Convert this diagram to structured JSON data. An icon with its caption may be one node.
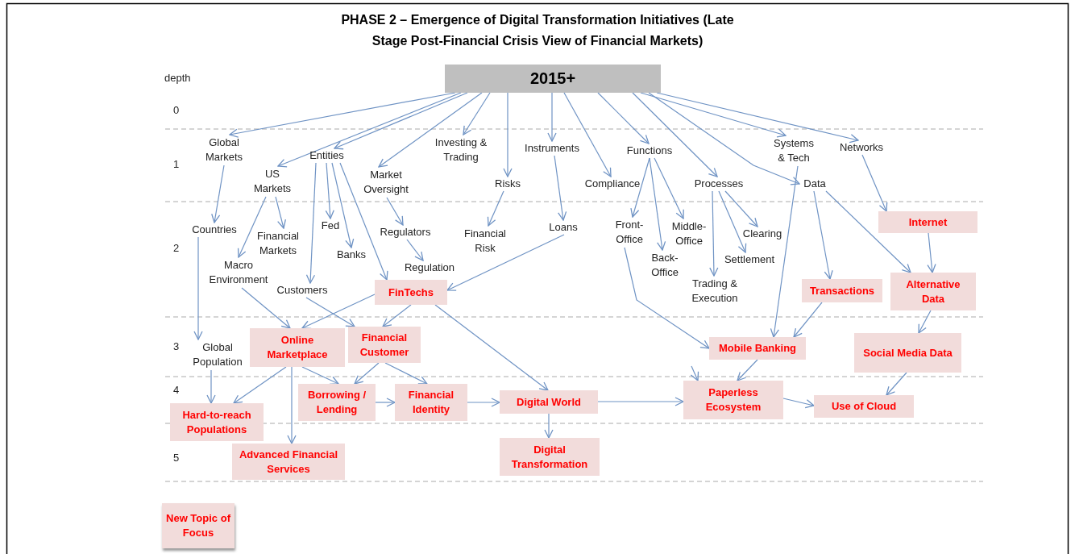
{
  "diagram": {
    "title": "PHASE 2 – Emergence of Digital Transformation Initiatives (Late Stage Post-Financial Crisis View of Financial Markets)",
    "nodes": [
      {
        "text": [
          "2015+"
        ]
      },
      {
        "text": [
          "Global Markets"
        ]
      },
      {
        "text": [
          "Entities"
        ]
      },
      {
        "text": [
          "Investing & Trading"
        ]
      },
      {
        "text": [
          "Instruments"
        ]
      },
      {
        "text": [
          "Functions"
        ]
      },
      {
        "text": [
          "Systems & Tech"
        ]
      },
      {
        "text": [
          "Networks"
        ]
      },
      {
        "text": [
          "US Markets"
        ]
      },
      {
        "text": [
          "Market Oversight"
        ]
      },
      {
        "text": [
          "Risks"
        ]
      },
      {
        "text": [
          "Compliance"
        ]
      },
      {
        "text": [
          "Processes"
        ]
      },
      {
        "text": [
          "Data"
        ]
      },
      {
        "text": [
          "Countries"
        ]
      },
      {
        "text": [
          "Financial Markets"
        ]
      },
      {
        "text": [
          "Fed"
        ]
      },
      {
        "text": [
          "Banks"
        ]
      },
      {
        "text": [
          "Regulators"
        ]
      },
      {
        "text": [
          "Financial Risk"
        ]
      },
      {
        "text": [
          "Loans"
        ]
      },
      {
        "text": [
          "Front-Office"
        ]
      },
      {
        "text": [
          "Middle-Office"
        ]
      },
      {
        "text": [
          "Clearing"
        ]
      },
      {
        "text": [
          "Internet"
        ]
      },
      {
        "text": [
          "Macro Environment"
        ]
      },
      {
        "text": [
          "Back-Office"
        ]
      },
      {
        "text": [
          "Settlement"
        ]
      },
      {
        "text": [
          "Regulation"
        ]
      },
      {
        "text": [
          "Customers"
        ]
      },
      {
        "text": [
          "FinTechs"
        ]
      },
      {
        "text": [
          "Trading & Execution"
        ]
      },
      {
        "text": [
          "Transactions"
        ]
      },
      {
        "text": [
          "Alternative Data"
        ]
      },
      {
        "text": [
          "Global Population"
        ]
      },
      {
        "text": [
          "Online Marketplace"
        ]
      },
      {
        "text": [
          "Financial Customer"
        ]
      },
      {
        "text": [
          "Mobile Banking"
        ]
      },
      {
        "text": [
          "Social Media Data"
        ]
      },
      {
        "text": [
          "Hard-to-reach Populations"
        ]
      },
      {
        "text": [
          "Borrowing / Lending"
        ]
      },
      {
        "text": [
          "Financial Identity"
        ]
      },
      {
        "text": [
          "Digital World"
        ]
      },
      {
        "text": [
          "Paperless Ecosystem"
        ]
      },
      {
        "text": [
          "Use of Cloud"
        ]
      },
      {
        "text": [
          "Advanced Financial Services"
        ]
      },
      {
        "text": [
          "Digital Transformation"
        ]
      }
    ],
    "edges": [
      {
        "from": 0,
        "to": 1,
        "arrow": "to"
      },
      {
        "from": 0,
        "to": 8,
        "arrow": "to"
      },
      {
        "from": 0,
        "to": 2,
        "arrow": "to"
      },
      {
        "from": 0,
        "to": 9,
        "arrow": "to"
      },
      {
        "from": 0,
        "to": 3,
        "arrow": "to"
      },
      {
        "from": 0,
        "to": 10,
        "arrow": "to"
      },
      {
        "from": 0,
        "to": 4,
        "arrow": "to"
      },
      {
        "from": 0,
        "to": 11,
        "arrow": "to"
      },
      {
        "from": 0,
        "to": 5,
        "arrow": "to"
      },
      {
        "from": 0,
        "to": 12,
        "arrow": "to"
      },
      {
        "from": 0,
        "to": 6,
        "arrow": "to"
      },
      {
        "from": 0,
        "to": 13,
        "arrow": "to"
      },
      {
        "from": 0,
        "to": 7,
        "arrow": "to"
      },
      {
        "from": 1,
        "to": 14,
        "arrow": "to"
      },
      {
        "from": 8,
        "to": 15,
        "arrow": "to"
      },
      {
        "from": 8,
        "to": 25,
        "arrow": "to"
      },
      {
        "from": 2,
        "to": 29,
        "arrow": "to"
      },
      {
        "from": 2,
        "to": 16,
        "arrow": "to"
      },
      {
        "from": 2,
        "to": 17,
        "arrow": "to"
      },
      {
        "from": 2,
        "to": 30,
        "arrow": "to"
      },
      {
        "from": 9,
        "to": 18,
        "arrow": "to"
      },
      {
        "from": 18,
        "to": 28,
        "arrow": "to"
      },
      {
        "from": 10,
        "to": 19,
        "arrow": "to"
      },
      {
        "from": 4,
        "to": 20,
        "arrow": "to"
      },
      {
        "from": 20,
        "to": 30,
        "arrow": "to"
      },
      {
        "from": 5,
        "to": 21,
        "arrow": "to"
      },
      {
        "from": 5,
        "to": 26,
        "arrow": "to"
      },
      {
        "from": 5,
        "to": 22,
        "arrow": "to"
      },
      {
        "from": 12,
        "to": 31,
        "arrow": "to"
      },
      {
        "from": 12,
        "to": 27,
        "arrow": "to"
      },
      {
        "from": 12,
        "to": 23,
        "arrow": "to"
      },
      {
        "from": 6,
        "to": 37,
        "arrow": "to"
      },
      {
        "from": 13,
        "to": 32,
        "arrow": "to"
      },
      {
        "from": 13,
        "to": 33,
        "arrow": "to"
      },
      {
        "from": 7,
        "to": 24,
        "arrow": "to"
      },
      {
        "from": 24,
        "to": 33,
        "arrow": "to"
      },
      {
        "from": 14,
        "to": 34,
        "arrow": "to"
      },
      {
        "from": 25,
        "to": 35,
        "arrow": "to"
      },
      {
        "from": 29,
        "to": 36,
        "arrow": "to"
      },
      {
        "from": 30,
        "to": 35,
        "arrow": "to"
      },
      {
        "from": 30,
        "to": 36,
        "arrow": "to"
      },
      {
        "from": 30,
        "to": 42,
        "arrow": "to"
      },
      {
        "from": 21,
        "to": 37,
        "arrow": "to"
      },
      {
        "from": 32,
        "to": 37,
        "arrow": "to"
      },
      {
        "from": 33,
        "to": 38,
        "arrow": "to"
      },
      {
        "from": 34,
        "to": 39,
        "arrow": "to"
      },
      {
        "from": 35,
        "to": 39,
        "arrow": "to"
      },
      {
        "from": 35,
        "to": 40,
        "arrow": "to"
      },
      {
        "from": 35,
        "to": 45,
        "arrow": "to"
      },
      {
        "from": 36,
        "to": 40,
        "arrow": "to"
      },
      {
        "from": 36,
        "to": 41,
        "arrow": "to"
      },
      {
        "from": 40,
        "to": 41,
        "arrow": "to"
      },
      {
        "from": 41,
        "to": 42,
        "arrow": "to"
      },
      {
        "from": 42,
        "to": 43,
        "arrow": "to"
      },
      {
        "from": 42,
        "to": 46,
        "arrow": "to"
      },
      {
        "from": 37,
        "to": 43,
        "arrow": "to"
      },
      {
        "from": null,
        "to": 43,
        "arrow": "to"
      },
      {
        "from": 38,
        "to": 44,
        "arrow": "to"
      },
      {
        "from": 43,
        "to": 44,
        "arrow": "to"
      }
    ],
    "labels": [
      "depth",
      "0",
      "1",
      "2",
      "3",
      "4",
      "5"
    ],
    "legend": [
      {
        "text": "New Topic of Focus",
        "color": "#f2dcdb"
      }
    ]
  }
}
